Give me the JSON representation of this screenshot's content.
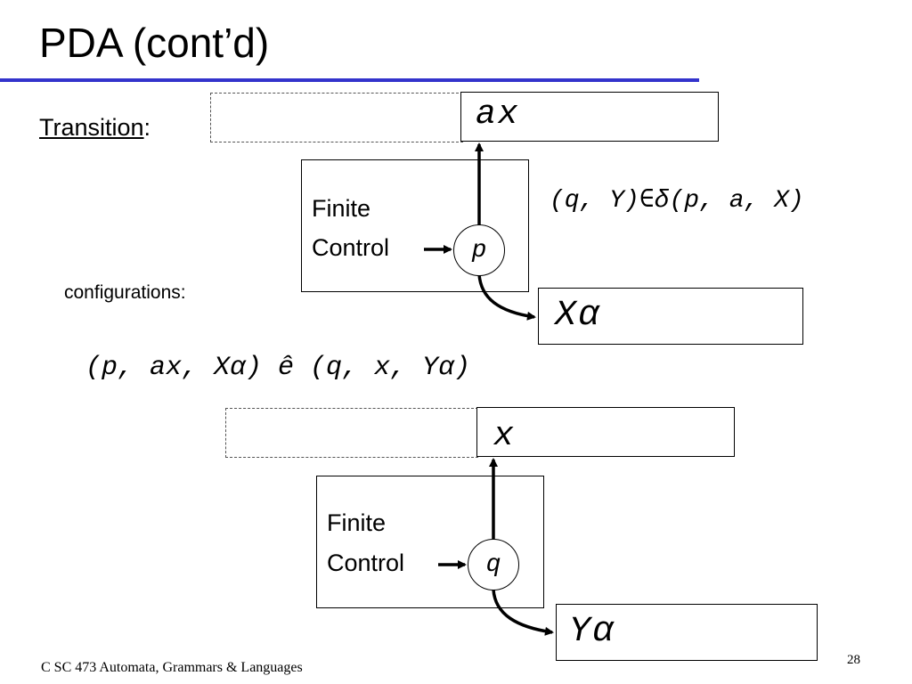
{
  "slide": {
    "title": "PDA (cont’d)",
    "transition_label": "Transition",
    "transition_colon": ":",
    "configurations_label": "configurations:",
    "footer": "C SC 473 Automata, Grammars & Languages",
    "page_number": "28",
    "accent_color": "#3333cc"
  },
  "top_diagram": {
    "tape_text": "ax",
    "control_line1": "Finite",
    "control_line2": "Control",
    "state": "p",
    "stack_text": "Xα"
  },
  "transition_formula": "(q, Y)∈δ(p, a, X)",
  "move_relation": "(p, ax, Xα) ê (q, x, Yα)",
  "bottom_diagram": {
    "tape_text": "x",
    "control_line1": "Finite",
    "control_line2": "Control",
    "state": "q",
    "stack_text": "Yα"
  }
}
